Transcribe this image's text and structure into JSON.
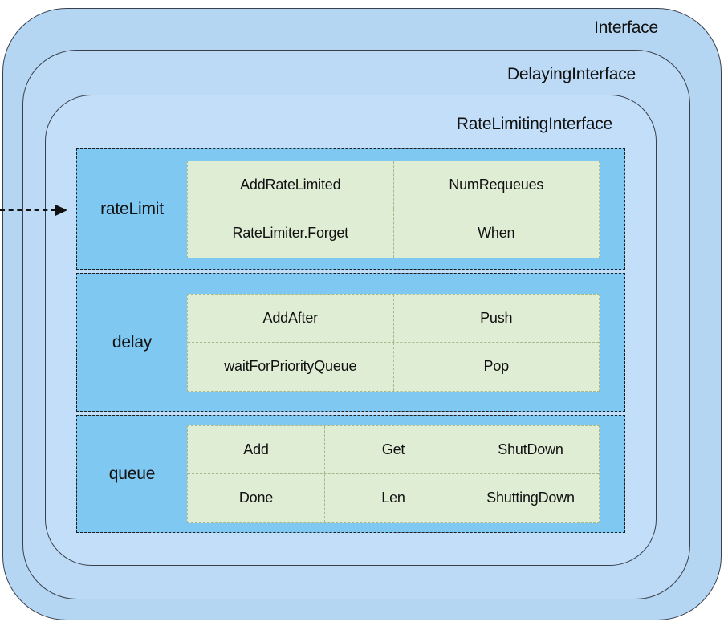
{
  "diagram": {
    "rings": [
      {
        "id": "interface",
        "label": "Interface"
      },
      {
        "id": "delaying-interface",
        "label": "DelayingInterface"
      },
      {
        "id": "rate-limiting-interface",
        "label": "RateLimitingInterface"
      }
    ],
    "sections": [
      {
        "id": "rateLimit",
        "label": "rateLimit",
        "rows": [
          [
            "AddRateLimited",
            "NumRequeues"
          ],
          [
            "RateLimiter.Forget",
            "When"
          ]
        ]
      },
      {
        "id": "delay",
        "label": "delay",
        "rows": [
          [
            "AddAfter",
            "Push"
          ],
          [
            "waitForPriorityQueue",
            "Pop"
          ]
        ]
      },
      {
        "id": "queue",
        "label": "queue",
        "rows": [
          [
            "Add",
            "Get",
            "ShutDown"
          ],
          [
            "Done",
            "Len",
            "ShuttingDown"
          ]
        ]
      }
    ],
    "arrow": {
      "points_to": "rateLimit"
    },
    "colors": {
      "ring_fill_outer": "#b5d6f3",
      "ring_fill_middle": "#bcdaf6",
      "ring_fill_inner": "#c2def8",
      "ring_border": "#39404d",
      "section_fill": "#7ec8f2",
      "section_border": "#1c1c1c",
      "cell_fill": "#e0edd5",
      "cell_border": "#a3ba8c",
      "arrow_color": "#111111",
      "text": "#111111"
    }
  }
}
